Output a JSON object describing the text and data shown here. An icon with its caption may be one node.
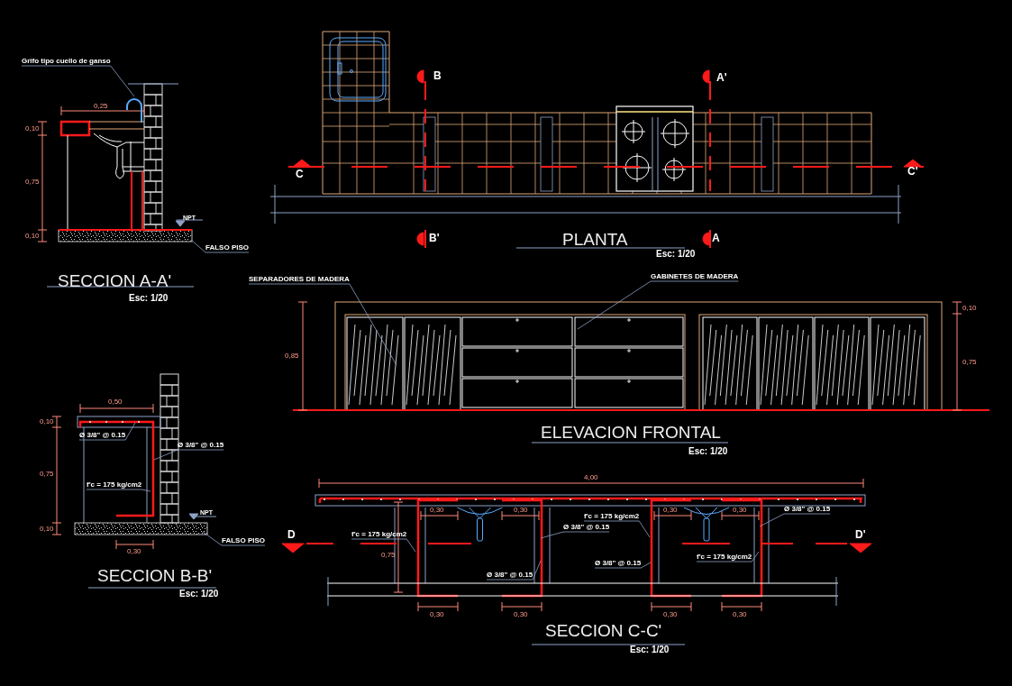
{
  "diagram": {
    "nodes": [
      {
        "text": [
          "Grifo tipo cuello de ganso"
        ]
      },
      {
        "text": [
          "FALSO PISO"
        ]
      },
      {
        "text": [
          "SEPARADORES DE MADERA"
        ]
      },
      {
        "text": [
          "GABINETES DE MADERA"
        ]
      },
      {
        "text": [
          "Ø 3/8\" @ 0.15"
        ]
      },
      {
        "text": [
          "Ø 3/8\" @ 0.15"
        ]
      },
      {
        "text": [
          "f'c = 175 kg/cm2"
        ]
      },
      {
        "text": [
          "FALSO PISO"
        ]
      },
      {
        "text": [
          "f'c = 175 kg/cm2"
        ]
      },
      {
        "text": [
          "Ø 3/8\" @ 0.15"
        ]
      },
      {
        "text": [
          "f'c = 175 kg/cm2"
        ]
      },
      {
        "text": [
          "Ø 3/8\" @ 0.15"
        ]
      },
      {
        "text": [
          "Ø 3/8\" @ 0.15"
        ]
      },
      {
        "text": [
          "Ø 3/8\" @ 0.15"
        ]
      },
      {
        "text": [
          "f'c = 175 kg/cm2"
        ]
      },
      {
        "text": [],
        "shape": "picture"
      }
    ],
    "edges": [
      {
        "from": 0,
        "to": 15,
        "arrow": "none"
      },
      {
        "from": 1,
        "to": null,
        "arrow": "none"
      },
      {
        "from": 2,
        "to": null,
        "arrow": "none"
      },
      {
        "from": 3,
        "to": null,
        "arrow": "none"
      },
      {
        "from": 4,
        "to": null,
        "arrow": "none"
      },
      {
        "from": 5,
        "to": null,
        "arrow": "none"
      },
      {
        "from": 6,
        "to": null,
        "arrow": "none"
      },
      {
        "from": 7,
        "to": null,
        "arrow": "none"
      },
      {
        "from": 8,
        "to": null,
        "arrow": "none"
      },
      {
        "from": 9,
        "to": null,
        "arrow": "none"
      },
      {
        "from": 10,
        "to": null,
        "arrow": "none"
      },
      {
        "from": 11,
        "to": null,
        "arrow": "none"
      },
      {
        "from": 12,
        "to": null,
        "arrow": "none"
      },
      {
        "from": 13,
        "to": null,
        "arrow": "none"
      },
      {
        "from": 14,
        "to": null,
        "arrow": "none"
      }
    ],
    "labels": [
      "B",
      "A'",
      "0,25",
      "0,10",
      "C",
      "C'",
      "0,75",
      "NPT",
      "0,10",
      "B'",
      "A",
      "PLANTA",
      "Esc: 1/20",
      "SECCION A-A'",
      "Esc: 1/20",
      "0,10",
      "0,85",
      "0,75",
      "ELEVACION FRONTAL",
      "Esc: 1/20",
      "0,50",
      "0,10",
      "0,75",
      "0,10",
      "NPT",
      "0,30",
      "SECCION B-B'",
      "Esc: 1/20",
      "4,00",
      "0,30",
      "0,30",
      "0,30",
      "0,30",
      "D",
      "D'",
      "0,75",
      "0,30",
      "0,30",
      "0,30",
      "0,30",
      "SECCION C-C'",
      "Esc: 1/20"
    ]
  }
}
